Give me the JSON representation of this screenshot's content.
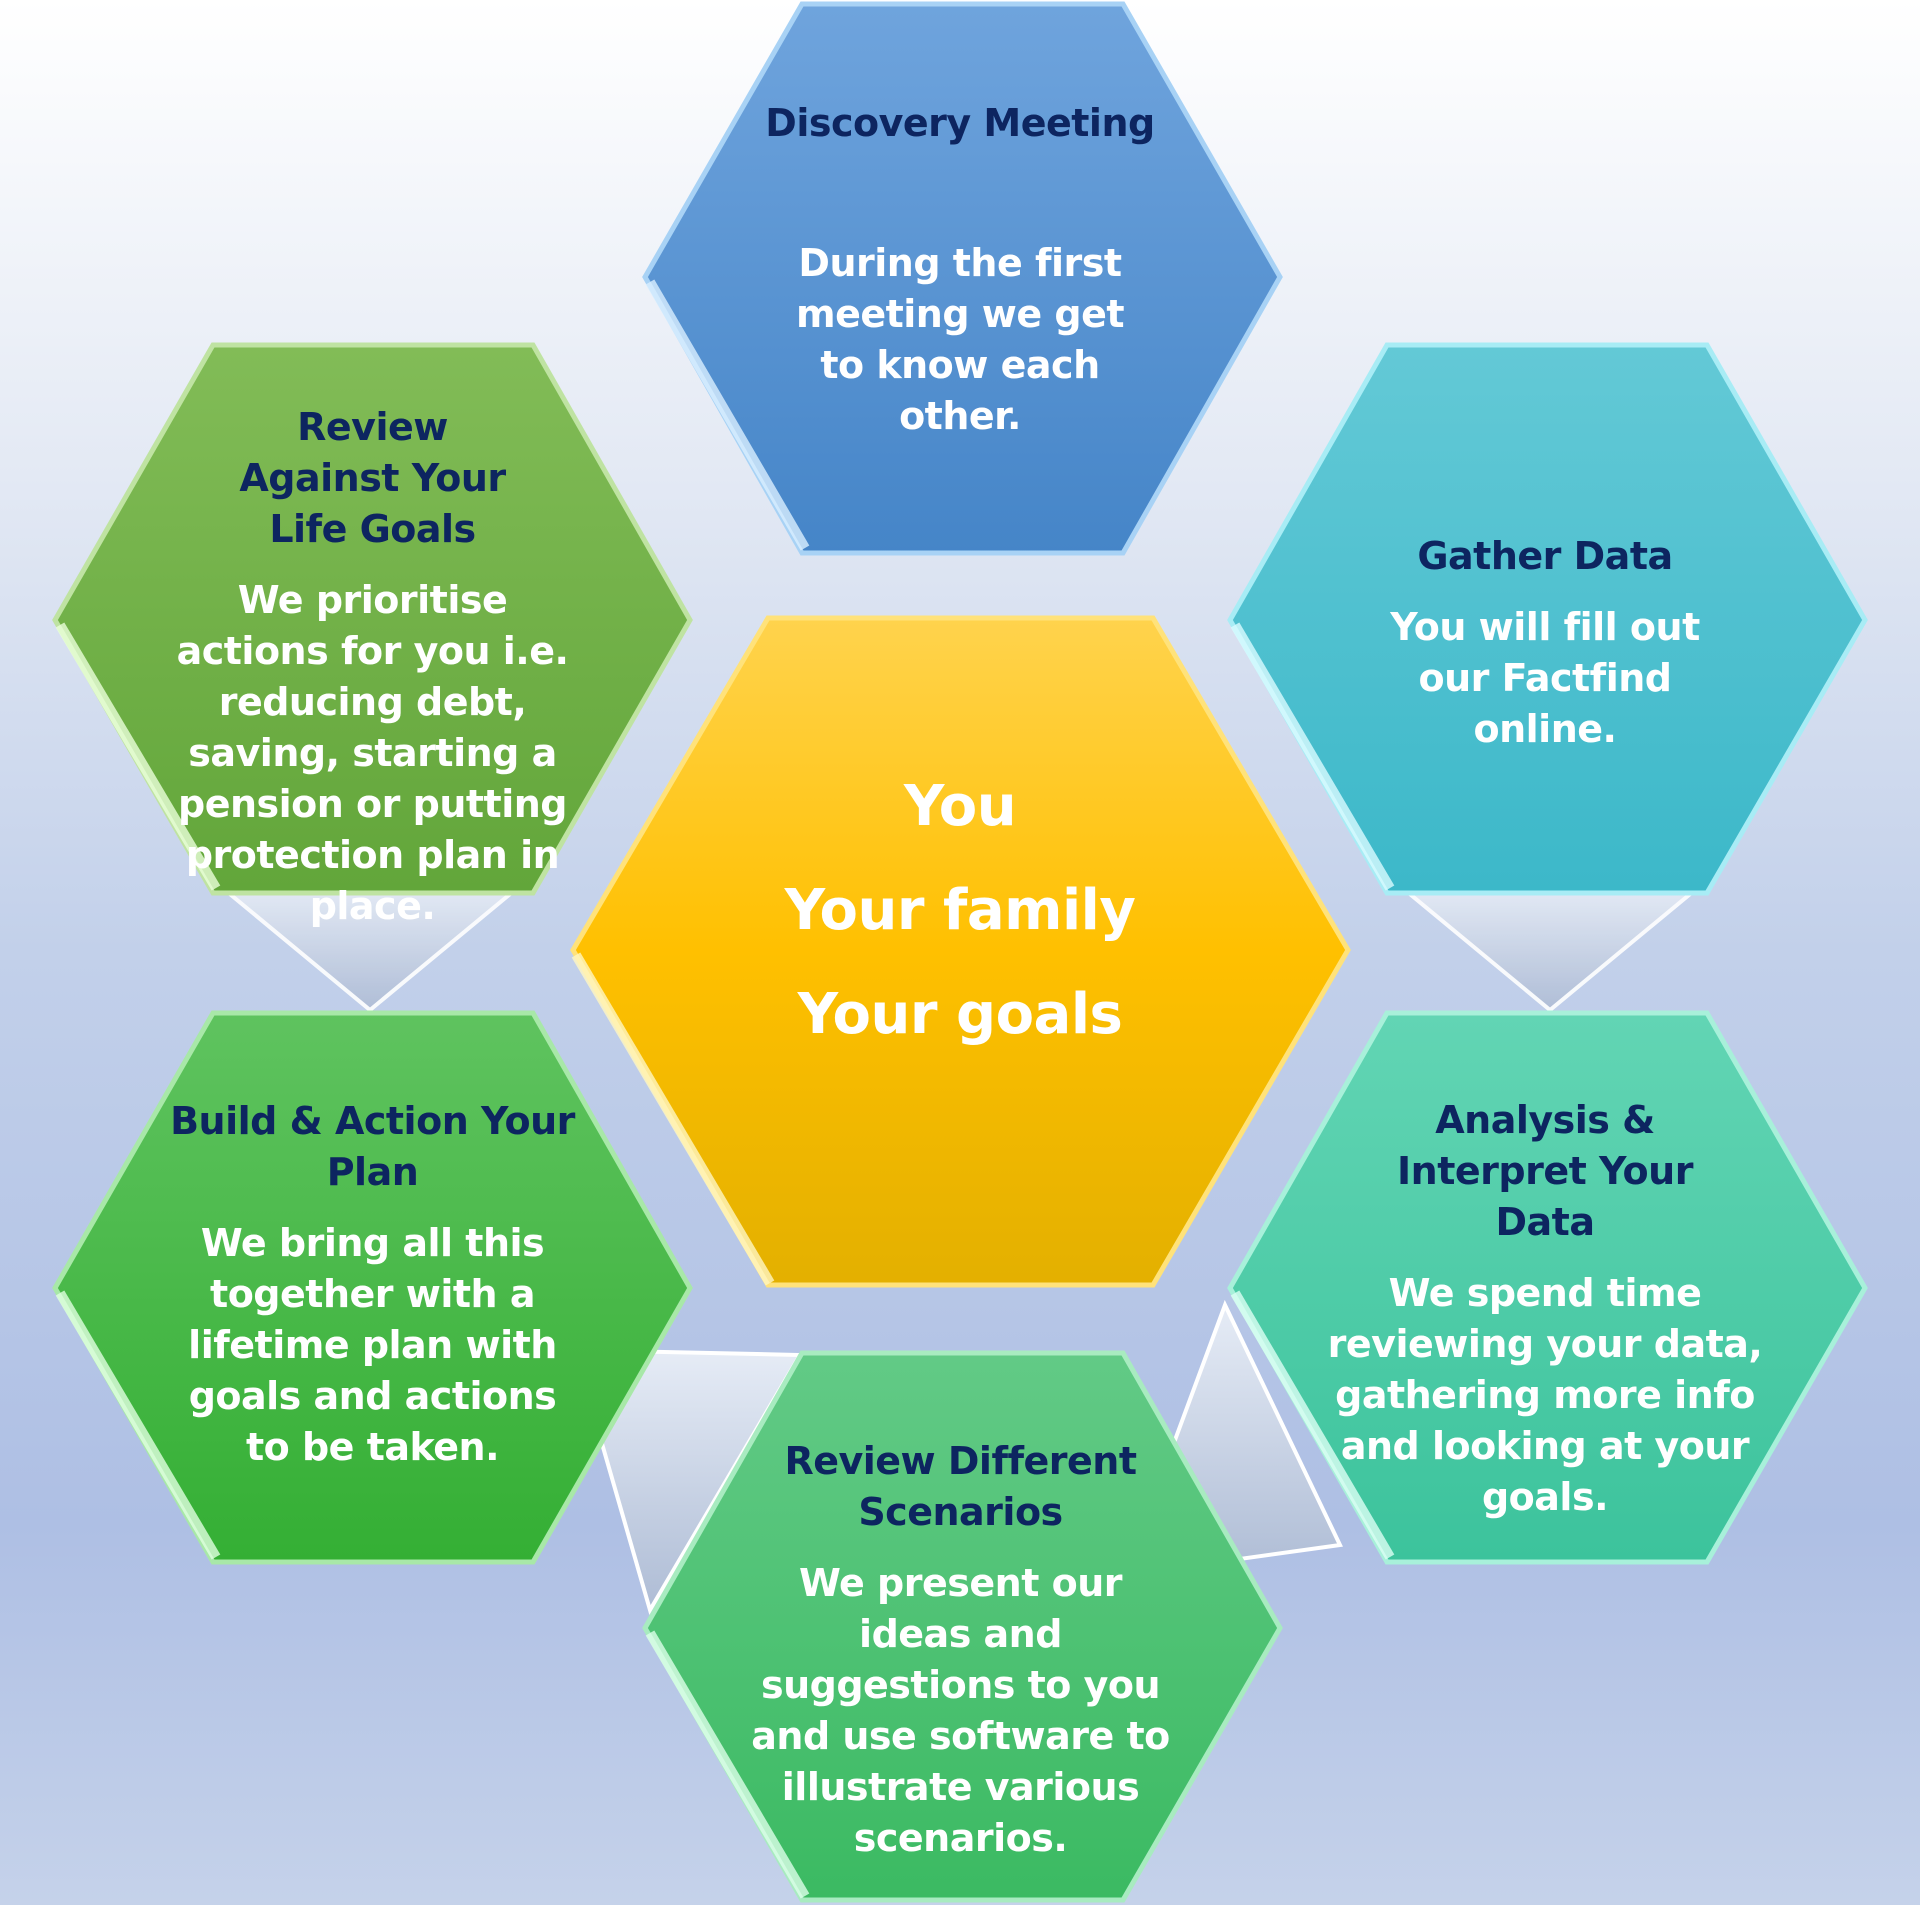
{
  "center": {
    "lines": [
      "You",
      "Your family",
      "Your goals"
    ]
  },
  "steps": {
    "discovery": {
      "title": "Discovery Meeting",
      "body": "During the first meeting we get to know each other."
    },
    "gather": {
      "title": "Gather Data",
      "body": "You will fill out our Factfind online."
    },
    "analysis": {
      "title": "Analysis & Interpret Your Data",
      "body": "We spend time reviewing your data, gathering more info and looking at your goals."
    },
    "scenarios": {
      "title": "Review Different Scenarios",
      "body": "We present our ideas and suggestions to you and use software to illustrate various scenarios."
    },
    "build": {
      "title": "Build & Action Your Plan",
      "body": "We bring all this together with a lifetime plan with goals and actions to be taken."
    },
    "review": {
      "title": "Review Against Your Life Goals",
      "body": "We prioritise actions for you i.e. reducing debt, saving, starting a pension or putting protection plan in place."
    }
  },
  "colors": {
    "background_top": "#ffffff",
    "background_bottom": "#aebfe4",
    "title_text": "#0d2560",
    "body_text": "#ffffff",
    "center_hexagon": "#ffc000",
    "discovery_hexagon": "#5b9bd5",
    "gather_hexagon": "#4bc3d3",
    "analysis_hexagon": "#4ccfaa",
    "scenarios_hexagon": "#4cc572",
    "build_hexagon": "#45b845",
    "review_hexagon": "#70ad47"
  }
}
